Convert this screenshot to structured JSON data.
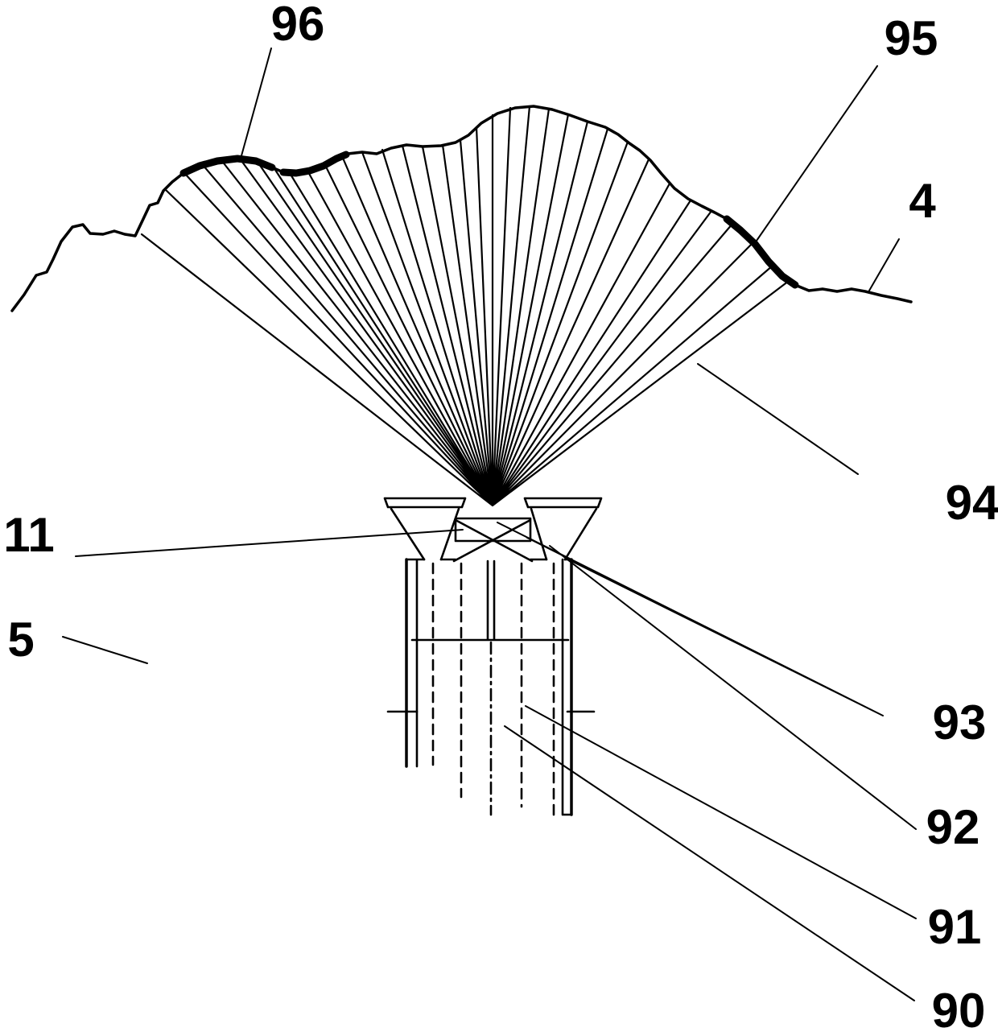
{
  "figure": {
    "kind": "patent-line-drawing",
    "colors": {
      "ink": "#000000",
      "background": "#ffffff"
    }
  },
  "reference_labels": {
    "r96": "96",
    "r95": "95",
    "r4": "4",
    "r94": "94",
    "r11": "11",
    "r5": "5",
    "r93": "93",
    "r92": "92",
    "r91": "91",
    "r90": "90"
  }
}
